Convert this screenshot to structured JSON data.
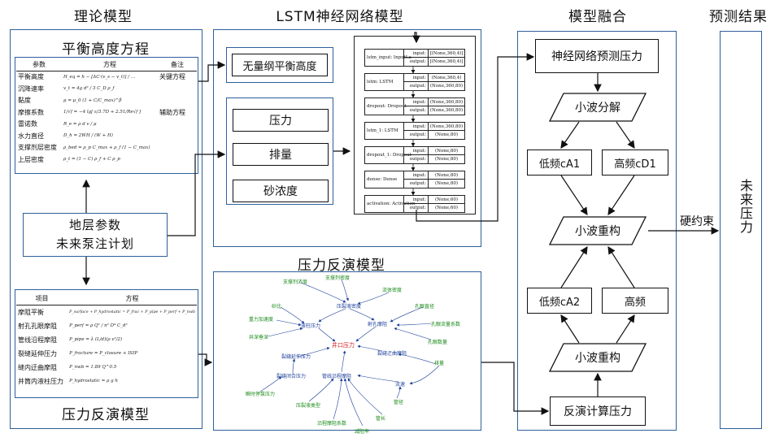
{
  "headers": {
    "theory": "理论模型",
    "lstm": "LSTM神经网络模型",
    "fusion": "模型融合",
    "result": "预测结果",
    "inversion_top": "压力反演模型"
  },
  "theory": {
    "balance_title": "平衡高度方程",
    "balance_table": {
      "cols": [
        "参数",
        "方程",
        "备注"
      ],
      "rows": [
        {
          "p": "平衡高度",
          "eq": "H_eq = h − [ΔC·(v_s − v_t)] / …",
          "note": "关键方程"
        },
        {
          "p": "沉降速率",
          "eq": "v_t = 4g d² / 3 C_D ρ_f",
          "note": ""
        },
        {
          "p": "黏度",
          "eq": "μ = μ_0 (1 + C/C_max)^β",
          "note": ""
        },
        {
          "p": "摩擦系数",
          "eq": "1/√f = −4 lg[ ε/3.7D + 2.51/Re√f ]",
          "note": "辅助方程"
        },
        {
          "p": "雷诺数",
          "eq": "R_e = ρ d v / μ",
          "note": ""
        },
        {
          "p": "水力直径",
          "eq": "D_h = 2WH / (W + H)",
          "note": ""
        },
        {
          "p": "支撑剂层密度",
          "eq": "ρ_bed = ρ_p C_max + ρ_f (1 − C_max)",
          "note": ""
        },
        {
          "p": "上层密度",
          "eq": "ρ_t = (1 − C) ρ_f + C ρ_p",
          "note": ""
        }
      ]
    },
    "formation_line1": "地层参数",
    "formation_line2": "未来泵注计划",
    "inversion_title": "压力反演模型",
    "inversion_table": {
      "cols": [
        "项目",
        "方程"
      ],
      "rows": [
        {
          "p": "摩阻平衡",
          "eq": "P_surface + P_hydrostatic = P_frac + P_pipe + P_perf + P_nwb"
        },
        {
          "p": "射孔孔眼摩阻",
          "eq": "P_perf = ρ Q² / n² D⁴ C_d²"
        },
        {
          "p": "管线沿程摩阻",
          "eq": "P_pipe = λ (L/d)(ρ v²/2)"
        },
        {
          "p": "裂缝延伸压力",
          "eq": "P_fracture = P_closure + ISIP"
        },
        {
          "p": "缝内迂曲摩阻",
          "eq": "P_nwb = 1.89 Q^0.5"
        },
        {
          "p": "井筒内液柱压力",
          "eq": "P_hydrostatic = ρ g h"
        }
      ]
    }
  },
  "lstm": {
    "outputs": [
      "无量纲平衡高度"
    ],
    "inputs": [
      "压力",
      "排量",
      "砂浓度"
    ],
    "layers": [
      {
        "name": "lstm_input: InputLa",
        "input": "[(None,360,4)]",
        "output": "[(None,360,4)]"
      },
      {
        "name": "lstm: LSTM",
        "input": "(None,360,4)",
        "output": "(None,360,80)"
      },
      {
        "name": "dropout: Dropout",
        "input": "(None,360,80)",
        "output": "(None,360,80)"
      },
      {
        "name": "lstm_1: LSTM",
        "input": "(None,360,80)",
        "output": "(None,80)"
      },
      {
        "name": "dropout_1: Dropout",
        "input": "(None,80)",
        "output": "(None,80)"
      },
      {
        "name": "dense: Dense",
        "input": "(None,80)",
        "output": "(None,80)"
      },
      {
        "name": "activation: Activation",
        "input": "(None,60)",
        "output": "(None,60)"
      }
    ],
    "io_input": "input:",
    "io_output": "output:"
  },
  "inversion_graph": {
    "title": "压力反演模型",
    "center": "井口压力",
    "nodes": {
      "support_density": "支撑剂浓度",
      "support_density2": "支撑剂密度",
      "fluid_density": "流体密度",
      "frac_fluid_density": "压裂液密度",
      "perf_diameter": "孔眼直径",
      "gravity": "重力加速度",
      "liquid_pressure": "液柱压力",
      "perf_friction": "射孔摩阻",
      "perf_flow_coef": "孔眼流量系数",
      "sand_ratio": "砂比",
      "well_depth": "井深垂深",
      "perf_count": "孔眼数量",
      "fracture_ext": "裂缝延伸压力",
      "fracture_tortuosity": "裂缝迂曲摩阻",
      "displacement": "排量",
      "fracture_closure": "裂缝闭合压力",
      "pipe_friction": "管线沿程摩阻",
      "flow_velocity": "流速",
      "instant_stop": "瞬时停泵压力",
      "pipe_diameter": "管径",
      "frac_fluid_visc": "压裂液类型",
      "pipe_length": "管长",
      "friction_coef": "沿程摩阻系数",
      "roughness": "减阻率"
    }
  },
  "fusion": {
    "nn_pressure": "神经网络预测压力",
    "wavelet_decomp1": "小波分解",
    "low_ca1": "低频cA1",
    "high_cd1": "高频cD1",
    "wavelet_recon": "小波重构",
    "low_ca2": "低频cA2",
    "high2": "高频",
    "wavelet_recon2": "小波重构",
    "inverse_pressure": "反演计算压力",
    "hard_constraint": "硬约束"
  },
  "result": {
    "future_pressure": "未来压力"
  }
}
